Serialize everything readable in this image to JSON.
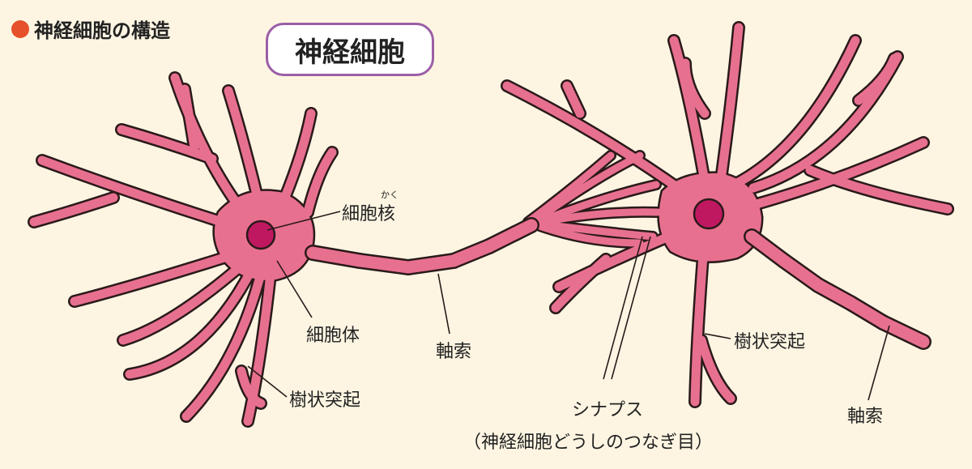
{
  "header": {
    "title": "神経細胞の構造"
  },
  "title_box": "神経細胞",
  "colors": {
    "body": "#e8708f",
    "outline": "#2a1a1a",
    "nucleus": "#c01860",
    "background": "#fdf5e2",
    "accent_dot": "#e6502a",
    "title_border": "#9b5ea7"
  },
  "labels": {
    "nucleus": "細胞核",
    "nucleus_ruby": "かく",
    "cell_body": "細胞体",
    "axon_left": "軸索",
    "dendrite_left": "樹状突起",
    "synapse": "シナプス",
    "synapse_desc": "（神経細胞どうしのつなぎ目）",
    "dendrite_right": "樹状突起",
    "axon_right": "軸索"
  }
}
